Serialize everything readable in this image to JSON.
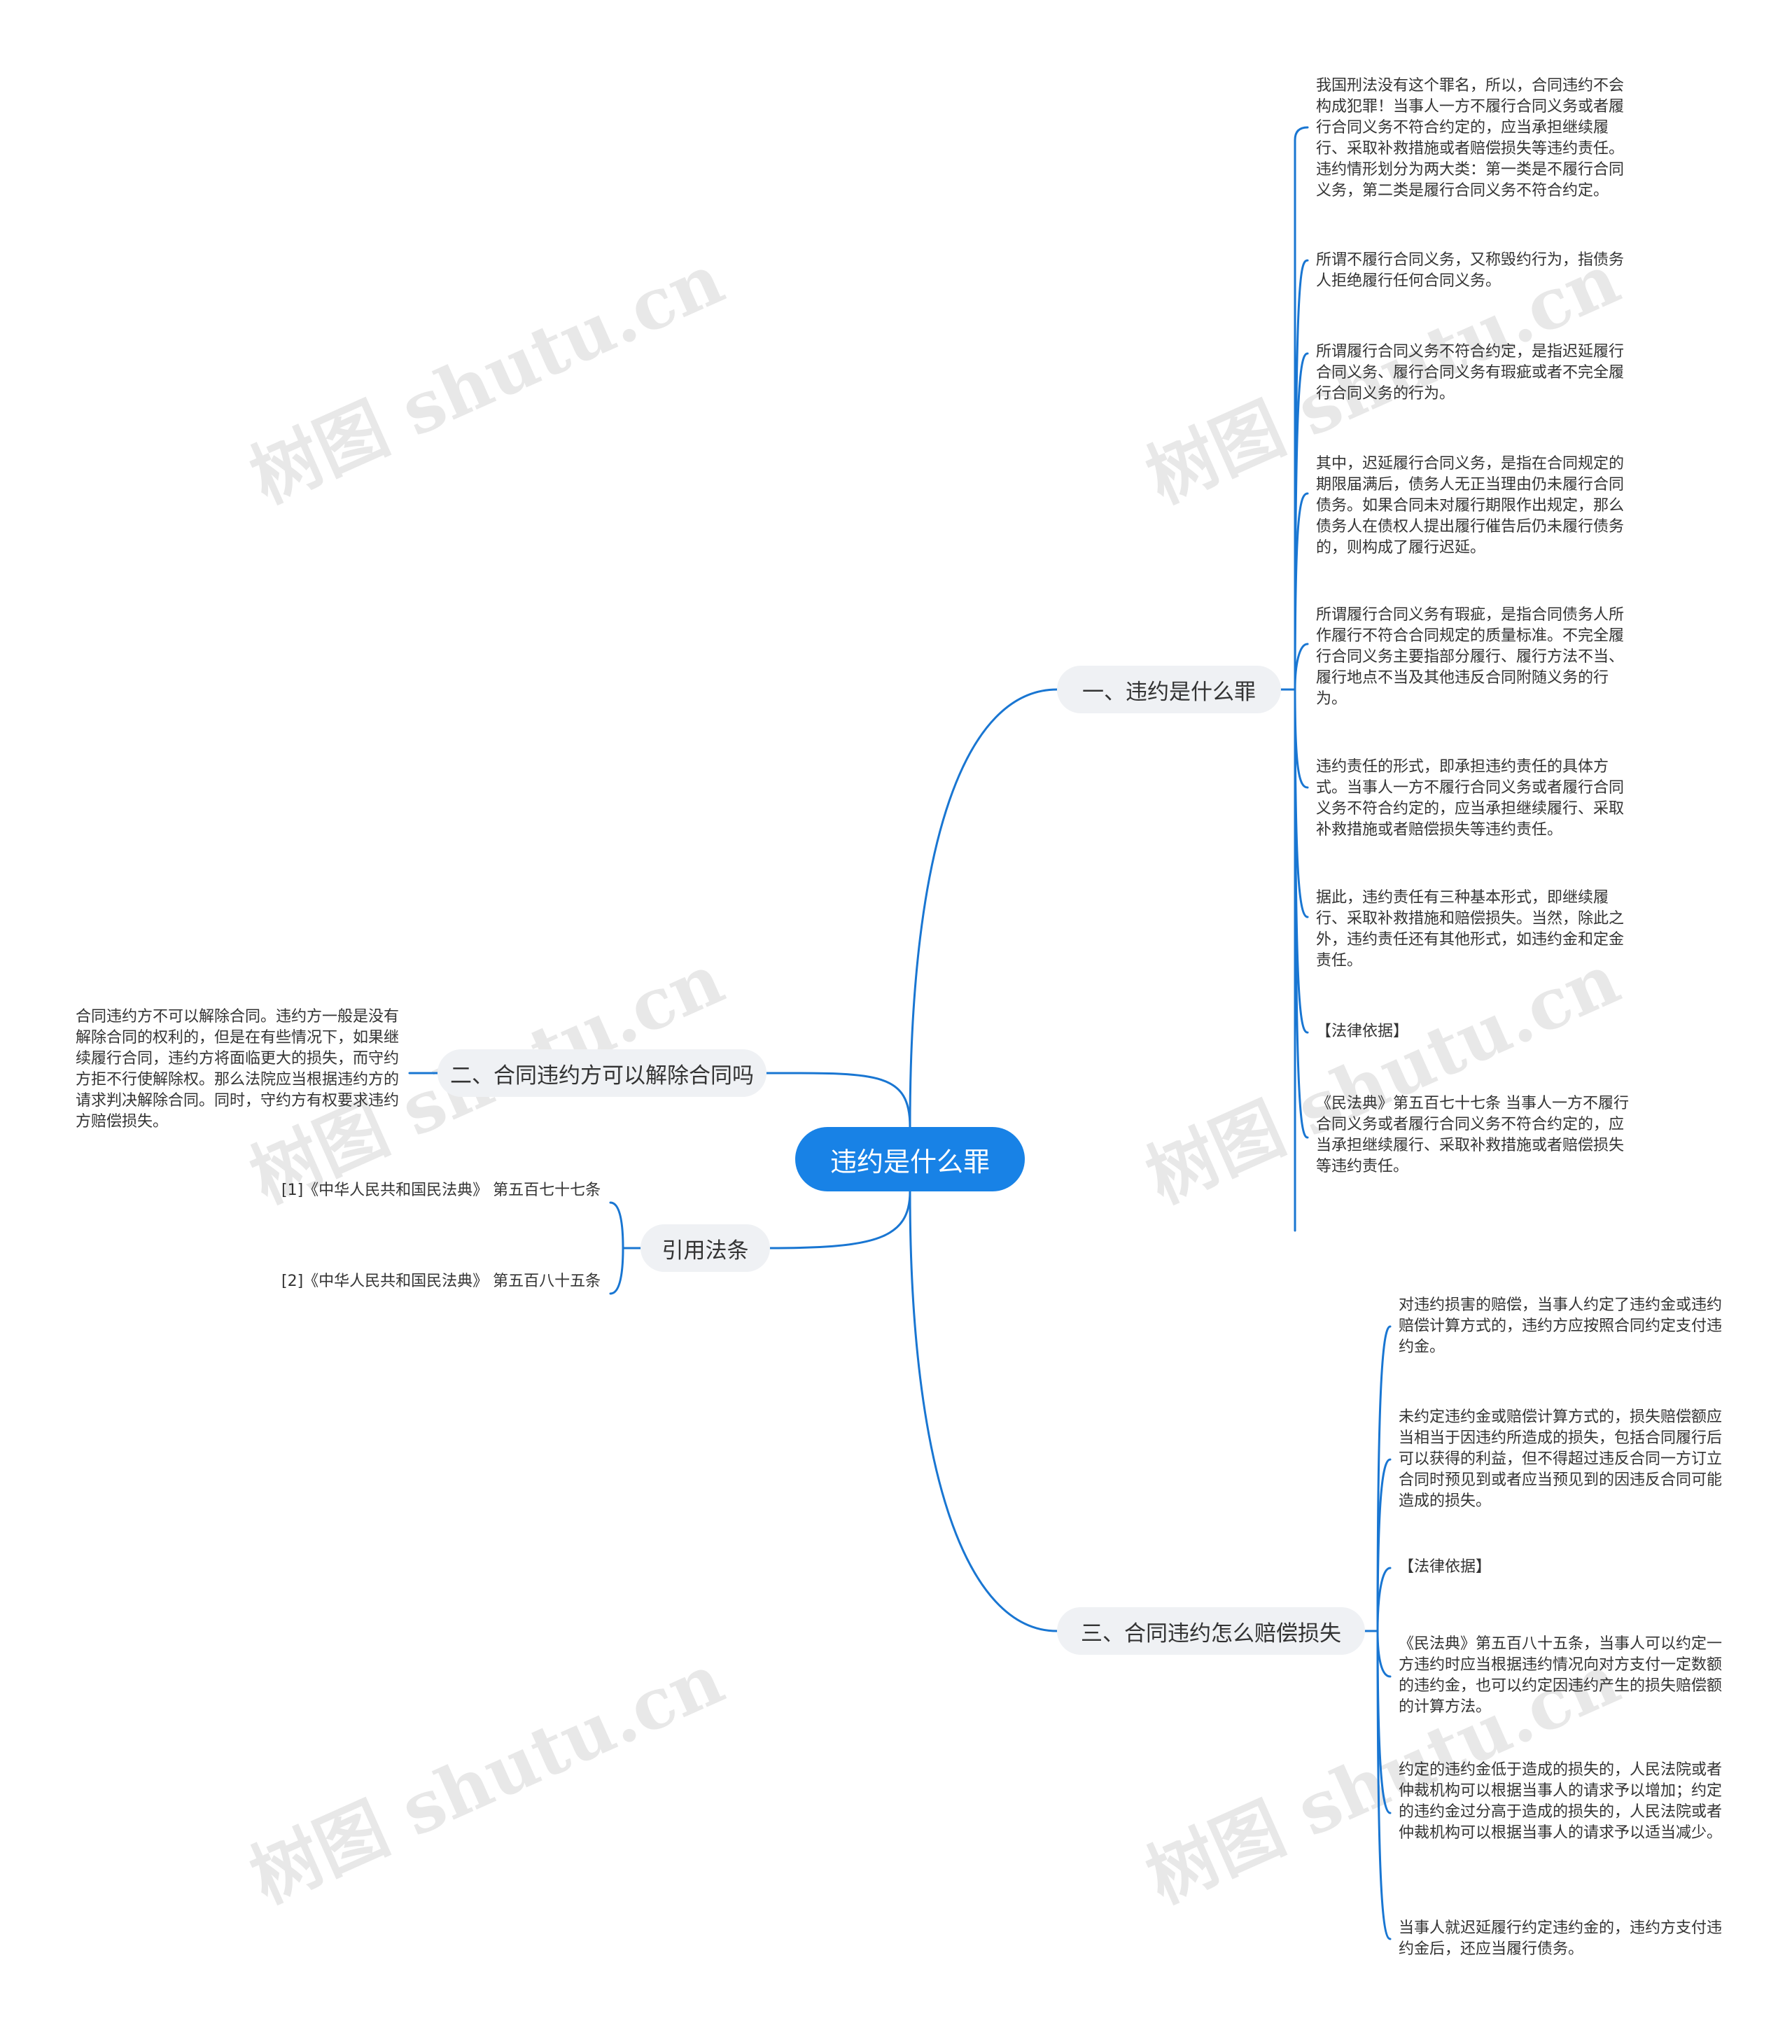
{
  "watermark": "树图 shutu.cn",
  "colors": {
    "line": "#1976d2",
    "root_bg": "#1882e6",
    "branch_bg": "#eff1f4"
  },
  "root": {
    "label": "违约是什么罪"
  },
  "branches": {
    "b1": {
      "label": "一、违约是什么罪",
      "leaves": [
        "我国刑法没有这个罪名，所以，合同违约不会构成犯罪！当事人一方不履行合同义务或者履行合同义务不符合约定的，应当承担继续履行、采取补救措施或者赔偿损失等违约责任。违约情形划分为两大类：第一类是不履行合同义务，第二类是履行合同义务不符合约定。",
        "所谓不履行合同义务，又称毁约行为，指债务人拒绝履行任何合同义务。",
        "所谓履行合同义务不符合约定，是指迟延履行合同义务、履行合同义务有瑕疵或者不完全履行合同义务的行为。",
        "其中，迟延履行合同义务，是指在合同规定的期限届满后，债务人无正当理由仍未履行合同债务。如果合同未对履行期限作出规定，那么债务人在债权人提出履行催告后仍未履行债务的，则构成了履行迟延。",
        "所谓履行合同义务有瑕疵，是指合同债务人所作履行不符合合同规定的质量标准。不完全履行合同义务主要指部分履行、履行方法不当、履行地点不当及其他违反合同附随义务的行为。",
        "违约责任的形式，即承担违约责任的具体方式。当事人一方不履行合同义务或者履行合同义务不符合约定的，应当承担继续履行、采取补救措施或者赔偿损失等违约责任。",
        "据此，违约责任有三种基本形式，即继续履行、采取补救措施和赔偿损失。当然，除此之外，违约责任还有其他形式，如违约金和定金责任。",
        "【法律依据】",
        "《民法典》第五百七十七条 当事人一方不履行合同义务或者履行合同义务不符合约定的，应当承担继续履行、采取补救措施或者赔偿损失等违约责任。"
      ]
    },
    "b2": {
      "label": "二、合同违约方可以解除合同吗",
      "leaves": [
        "合同违约方不可以解除合同。违约方一般是没有解除合同的权利的，但是在有些情况下，如果继续履行合同，违约方将面临更大的损失，而守约方拒不行使解除权。那么法院应当根据违约方的请求判决解除合同。同时，守约方有权要求违约方赔偿损失。"
      ]
    },
    "b3": {
      "label": "引用法条",
      "leaves": [
        "[1]《中华人民共和国民法典》 第五百七十七条",
        "[2]《中华人民共和国民法典》 第五百八十五条"
      ]
    },
    "b4": {
      "label": "三、合同违约怎么赔偿损失",
      "leaves": [
        "对违约损害的赔偿，当事人约定了违约金或违约赔偿计算方式的，违约方应按照合同约定支付违约金。",
        "未约定违约金或赔偿计算方式的，损失赔偿额应当相当于因违约所造成的损失，包括合同履行后可以获得的利益，但不得超过违反合同一方订立合同时预见到或者应当预见到的因违反合同可能造成的损失。",
        "【法律依据】",
        "《民法典》第五百八十五条，当事人可以约定一方违约时应当根据违约情况向对方支付一定数额的违约金，也可以约定因违约产生的损失赔偿额的计算方法。",
        "约定的违约金低于造成的损失的，人民法院或者仲裁机构可以根据当事人的请求予以增加；约定的违约金过分高于造成的损失的，人民法院或者仲裁机构可以根据当事人的请求予以适当减少。",
        "当事人就迟延履行约定违约金的，违约方支付违约金后，还应当履行债务。"
      ]
    }
  }
}
